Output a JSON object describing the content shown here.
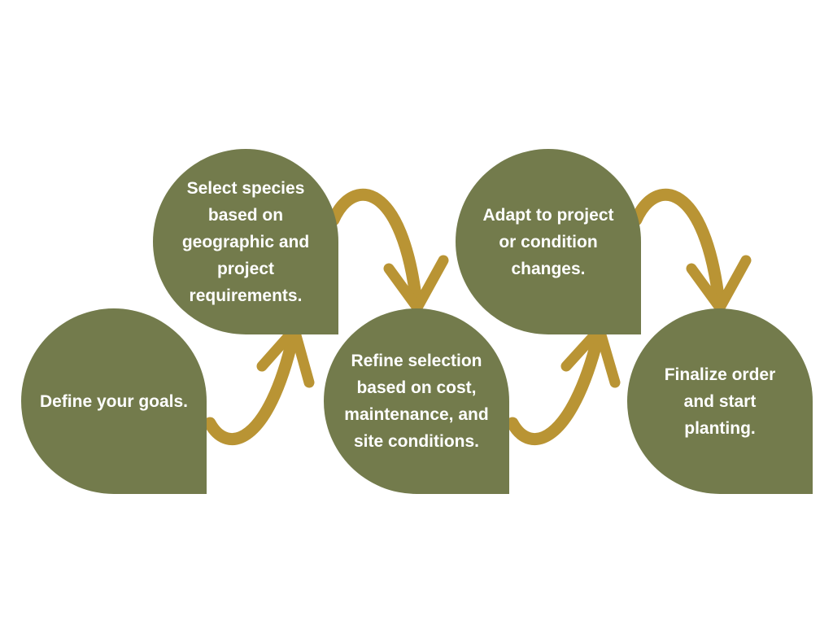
{
  "colors": {
    "background": "#ffffff",
    "bubble": "#737b4c",
    "arrow": "#b99434",
    "text": "#ffffff"
  },
  "steps": [
    {
      "label": "Define your goals."
    },
    {
      "label": "Select species\nbased on\ngeographic and\nproject\nrequirements."
    },
    {
      "label": "Refine selection\nbased on cost,\nmaintenance, and\nsite conditions."
    },
    {
      "label": "Adapt to project\nor condition\nchanges."
    },
    {
      "label": "Finalize order\nand start\nplanting."
    }
  ]
}
